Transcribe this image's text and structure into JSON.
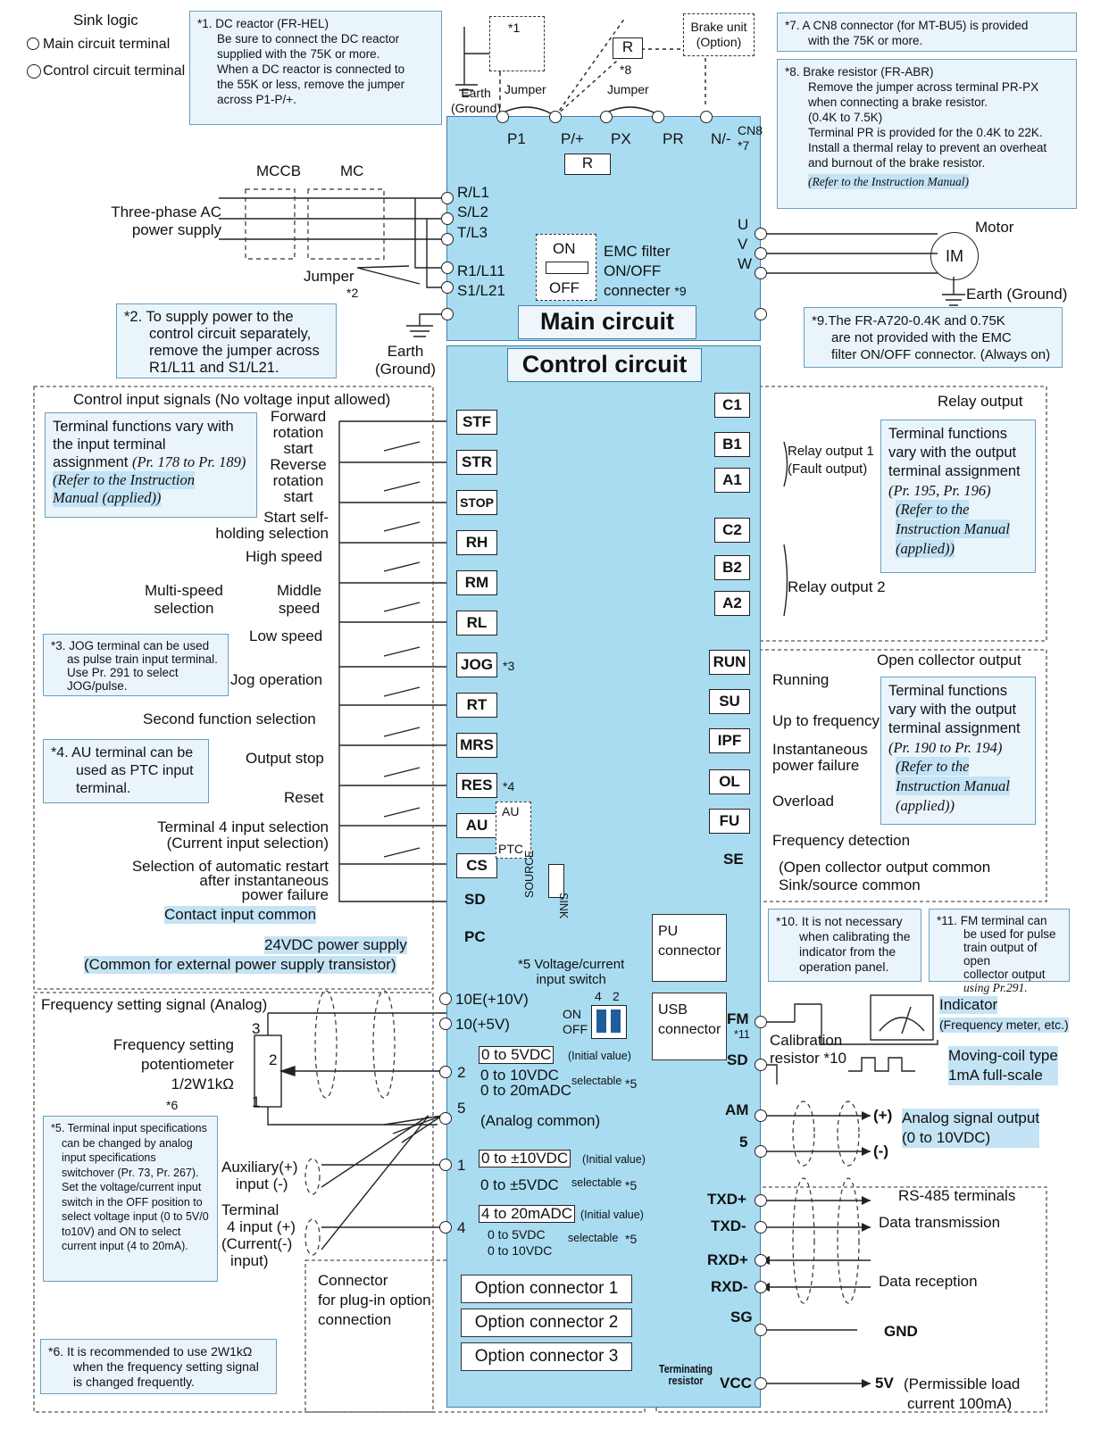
{
  "legend": {
    "title": "Sink logic",
    "main_circuit": "Main circuit terminal",
    "control_circuit": "Control circuit terminal"
  },
  "notes": {
    "n1": [
      "*1. DC reactor (FR-HEL)",
      "Be sure to connect the DC reactor",
      "supplied with the 75K or more.",
      "When a DC reactor is connected to",
      "the 55K or less, remove the jumper",
      "across P1-P/+."
    ],
    "n7": [
      "*7.  A CN8 connector (for MT-BU5) is provided",
      "with the 75K or more."
    ],
    "n8": [
      "*8. Brake resistor (FR-ABR)",
      "Remove the jumper across terminal PR-PX",
      "when connecting a brake resistor.",
      "(0.4K to 7.5K)",
      "Terminal PR is provided for the 0.4K to 22K.",
      "Install a thermal relay to prevent an overheat",
      "and burnout of the brake resistor."
    ],
    "n8_ref": "(Refer to the Instruction Manual)",
    "n2": [
      "*2. To supply power to the",
      "control circuit separately,",
      "remove the jumper across",
      "R1/L11 and S1/L21."
    ],
    "n9": [
      "*9.The FR-A720-0.4K and 0.75K",
      "are not provided with the EMC",
      "filter ON/OFF connector. (Always on)"
    ],
    "n_input": [
      "Terminal functions vary with",
      "the input terminal",
      "assignment"
    ],
    "n_input_pr": "(Pr. 178 to Pr. 189)",
    "n_input_ref": [
      "(Refer to the Instruction",
      "Manual (applied))"
    ],
    "n3": [
      "*3. JOG terminal can be used",
      "as pulse train input terminal.",
      "Use Pr. 291 to select",
      "JOG/pulse."
    ],
    "n4": [
      "*4. AU terminal can be",
      "used as PTC input",
      "terminal."
    ],
    "n5": [
      "*5. Terminal input specifications",
      "can be changed by analog",
      "input specifications",
      "switchover (Pr. 73, Pr. 267).",
      "Set the voltage/current input",
      "switch in the OFF position to",
      "select voltage input (0 to 5V/0",
      "to10V) and ON to select",
      "current input (4 to 20mA)."
    ],
    "n6": [
      "*6.  It is recommended to use 2W1kΩ",
      "when the frequency setting signal",
      "is changed frequently."
    ],
    "n_relay": [
      "Terminal functions",
      "vary with the output",
      "terminal assignment"
    ],
    "n_relay_pr": "(Pr. 195, Pr. 196)",
    "n_relay_ref": [
      "(Refer to the",
      "Instruction Manual",
      "(applied))"
    ],
    "n_oc": [
      "Terminal functions",
      "vary with the output",
      "terminal assignment"
    ],
    "n_oc_pr": "(Pr. 190 to Pr. 194)",
    "n_oc_ref": [
      "(Refer to the",
      "Instruction Manual",
      "(applied))"
    ],
    "n10": [
      "*10. It is not necessary",
      "when calibrating the",
      "indicator from the",
      "operation panel."
    ],
    "n11": [
      "*11. FM terminal can",
      "be used for pulse",
      "train output of open",
      "collector output",
      "using Pr.291."
    ]
  },
  "main": {
    "title": "Main circuit",
    "power_supply": [
      "Three-phase AC",
      "power supply"
    ],
    "mccb": "MCCB",
    "mc": "MC",
    "jumper": "Jumper",
    "jumper_ref": "*2",
    "earth": [
      "Earth",
      "(Ground)"
    ],
    "brake_unit": [
      "Brake unit",
      "(Option)"
    ],
    "star1": "*1",
    "star8": "*8",
    "resistor": "R",
    "cn8": "CN8",
    "cn8_ref": "*7",
    "terminals_top": [
      "P1",
      "P/+",
      "PX",
      "PR",
      "N/-"
    ],
    "terminals_in": [
      "R/L1",
      "S/L2",
      "T/L3",
      "R1/L11",
      "S1/L21"
    ],
    "terminals_out": [
      "U",
      "V",
      "W"
    ],
    "emc": {
      "on": "ON",
      "off": "OFF",
      "label": [
        "EMC filter",
        "ON/OFF",
        "connecter"
      ],
      "ref": "*9"
    },
    "motor": "Motor",
    "im": "IM",
    "motor_earth": "Earth (Ground)"
  },
  "control": {
    "title": "Control circuit",
    "inputs_header": "Control input signals (No voltage input allowed)",
    "input_terms": [
      "STF",
      "STR",
      "STOP",
      "RH",
      "RM",
      "RL",
      "JOG",
      "RT",
      "MRS",
      "RES",
      "AU",
      "CS",
      "SD"
    ],
    "input_labels": {
      "fwd": [
        "Forward",
        "rotation",
        "start"
      ],
      "rev": [
        "Reverse",
        "rotation",
        "start"
      ],
      "stop": [
        "Start self-",
        "holding selection"
      ],
      "high": "High speed",
      "multi": [
        "Multi-speed",
        "selection"
      ],
      "middle": [
        "Middle",
        "speed"
      ],
      "low": "Low speed",
      "jog": "Jog operation",
      "rt": "Second function selection",
      "mrs": "Output stop",
      "res": "Reset",
      "au": [
        "Terminal 4 input selection",
        "(Current input selection)"
      ],
      "cs": [
        "Selection of automatic restart",
        "after instantaneous",
        "power failure"
      ],
      "sd": "Contact input common"
    },
    "jog_ref": "*3",
    "res_ref": "*4",
    "au_sw": "AU",
    "ptc_sw": "PTC",
    "source": "SOURCE",
    "sink": "SINK",
    "pc": "PC",
    "pc_label": [
      "24VDC power supply",
      "(Common for external power supply transistor)"
    ],
    "relay_header": "Relay output",
    "relay_terms": [
      "C1",
      "B1",
      "A1",
      "C2",
      "B2",
      "A2"
    ],
    "relay1": [
      "Relay output 1",
      "(Fault output)"
    ],
    "relay2": "Relay output 2",
    "oc_header": "Open collector output",
    "oc_terms": [
      "RUN",
      "SU",
      "IPF",
      "OL",
      "FU",
      "SE"
    ],
    "oc_labels": [
      "Running",
      "Up to frequency",
      "Instantaneous",
      "power failure",
      "Overload",
      "Frequency detection"
    ],
    "se_label": [
      "(Open collector output common",
      "Sink/source common"
    ],
    "pu": [
      "PU",
      "connector"
    ],
    "usb": [
      "USB",
      "connector"
    ]
  },
  "analog": {
    "header": "Frequency setting signal (Analog)",
    "pot": [
      "Frequency setting",
      "potentiometer",
      "1/2W1kΩ",
      "*6"
    ],
    "pins": [
      "3",
      "2",
      "1"
    ],
    "t10e": "10E(+10V)",
    "t10": "10(+5V)",
    "t2": "2",
    "t5": "5",
    "t1": "1",
    "t4": "4",
    "sw_label": [
      "*5 Voltage/current",
      "input switch"
    ],
    "sw_on": "ON",
    "sw_off": "OFF",
    "sw_nums": [
      "4",
      "2"
    ],
    "r2_init": "0 to 5VDC",
    "r2_init_note": "(Initial value)",
    "r2_opts": [
      "0 to 10VDC",
      "0 to 20mADC"
    ],
    "selectable": "selectable",
    "star5": "*5",
    "analog_common": "(Analog common)",
    "r1_init": "0 to ±10VDC",
    "r1_init_note": "(Initial value)",
    "r1_opt": "0 to ±5VDC",
    "r4_init": "4 to 20mADC",
    "r4_init_note": "(Initial value)",
    "r4_opts": [
      "0 to 5VDC",
      "0 to 10VDC"
    ],
    "aux": [
      "Auxiliary",
      "input"
    ],
    "t4_input": [
      "Terminal",
      "4 input",
      "(Current",
      "input)"
    ],
    "plus": "(+)",
    "minus": "(-)",
    "option_header": [
      "Connector",
      "for plug-in option",
      "connection"
    ],
    "options": [
      "Option connector 1",
      "Option connector 2",
      "Option connector 3"
    ]
  },
  "output": {
    "fm": "FM",
    "fm_ref": "*11",
    "sd": "SD",
    "calib": [
      "Calibration",
      "resistor *10"
    ],
    "indicator": "Indicator",
    "indicator_sub": "(Frequency meter, etc.)",
    "moving": [
      "Moving-coil type",
      "1mA full-scale"
    ],
    "am": "AM",
    "am5": "5",
    "am_plus": "(+)",
    "am_minus": "(-)",
    "analog_out": [
      "Analog signal output",
      "(0 to 10VDC)"
    ],
    "rs485_header": "RS-485 terminals",
    "rs_terms": [
      "TXD+",
      "TXD-",
      "RXD+",
      "RXD-",
      "SG",
      "VCC"
    ],
    "data_tx": "Data transmission",
    "data_rx": "Data reception",
    "gnd": "GND",
    "terminating": [
      "Terminating",
      "resistor"
    ],
    "v5": "5V",
    "v5_label": [
      "(Permissible load",
      "current 100mA)"
    ]
  },
  "colors": {
    "panel": "#a9dcf1",
    "panel_border": "#3e7ea8",
    "note_bg": "#eaf5fb",
    "highlight": "#c4e3f5"
  }
}
